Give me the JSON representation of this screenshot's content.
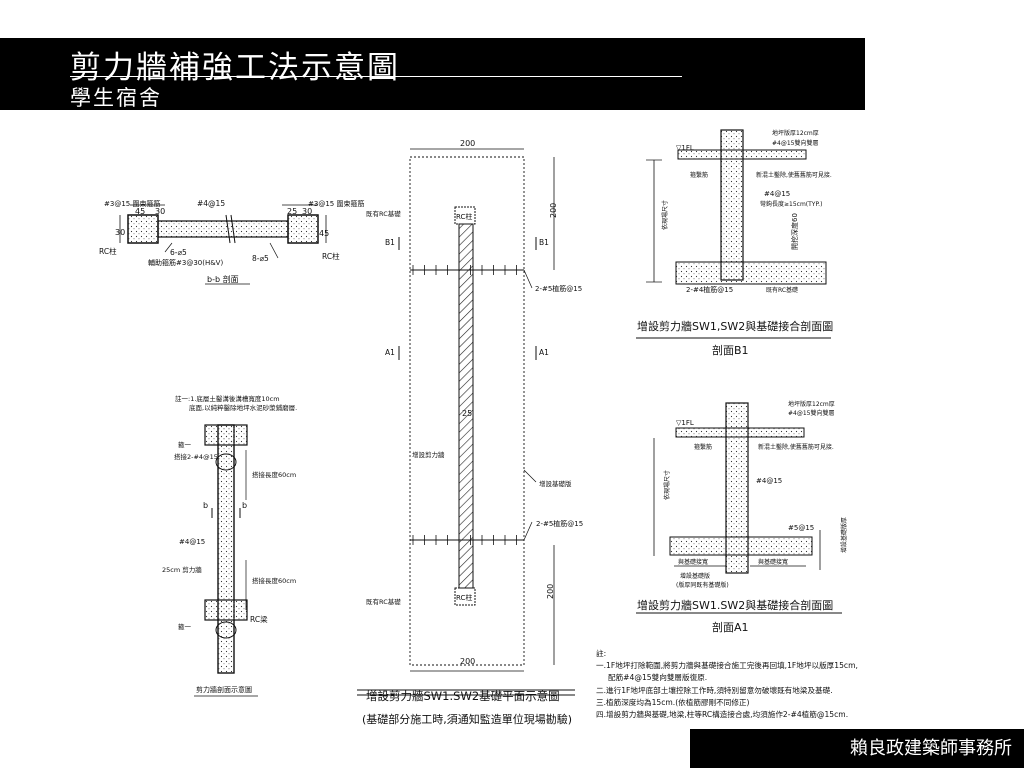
{
  "header": {
    "title": "剪力牆補強工法示意圖",
    "subtitle": "學生宿舍"
  },
  "footer": {
    "firm": "賴良政建築師事務所"
  },
  "bb_section": {
    "caption": "b-b 剖面",
    "lbl_tie_left": "#3@15 圍束箍筋",
    "lbl_tie_right": "#3@15 圍束箍筋",
    "lbl_main": "#4@15",
    "lbl_45_left": "45",
    "lbl_30_left": "30",
    "lbl_25_right": "25",
    "lbl_30_right": "30",
    "lbl_45_right": "45",
    "lbl_30_side": "30",
    "lbl_rc_left": "RC柱",
    "lbl_rc_right": "RC柱",
    "lbl_6d5": "6-⌀5",
    "lbl_8d5": "8-⌀5",
    "lbl_aux": "輔助箍筋#3@30(H&V)"
  },
  "elev": {
    "caption": "剪力牆剖面示意圖",
    "note1": "註一:1.底層土鑿溝後溝槽寬度10cm",
    "note2": "底面,以純粹鑿除地坪水泥砂漿鋪磨層.",
    "lbl_mid1": "箍一",
    "lbl_top_bar": "搭接2-#4@15",
    "lbl_lap1": "搭接長度60cm",
    "lbl_b_left": "b",
    "lbl_b_right": "b",
    "lbl_bar": "#4@15",
    "lbl_wall": "25cm 剪力牆",
    "lbl_lap2": "搭接長度60cm",
    "lbl_rcbeam": "RC梁",
    "lbl_bot1": "箍一"
  },
  "plan": {
    "dim_top": "200",
    "dim_bottom": "200",
    "dim_right_top": "200",
    "dim_right_bottom": "200",
    "lbl_rc_top": "RC柱",
    "lbl_rc_bottom": "RC柱",
    "lbl_exist_top": "既有RC基礎",
    "lbl_exist_bottom": "既有RC基礎",
    "lbl_b1_left": "B1",
    "lbl_b1_right": "B1",
    "lbl_a1_left": "A1",
    "lbl_a1_right": "A1",
    "lbl_dowel_top": "2-#5植筋@15",
    "lbl_dowel_bottom": "2-#5植筋@15",
    "lbl_25": "25",
    "lbl_new_wall": "增設剪力牆",
    "lbl_new_found": "增設基礎版",
    "caption": "增設剪力牆SW1.SW2基礎平面示意圖",
    "caption_note": "(基礎部分施工時,須通知監造單位現場勘驗)"
  },
  "secB1": {
    "lbl_floor": "▽1FL",
    "lbl_slab": "地坪版厚12cm厚",
    "lbl_slab_bar": "#4@15雙向雙層",
    "lbl_grout": "箍繫筋",
    "lbl_concrete": "新混土鑿除,使舊舊筋可見接.",
    "lbl_bar": "#4@15",
    "lbl_anchor": "彎鉤長度≥15cm(TYP.)",
    "lbl_h60": "開挖深度60",
    "lbl_dim": "依現場尺寸",
    "lbl_bot_bar": "2-#4植筋@15",
    "lbl_exist_rc": "既有RC基礎",
    "caption": "增設剪力牆SW1,SW2與基礎接合剖面圖",
    "sub": "剖面B1"
  },
  "secA1": {
    "lbl_floor": "▽1FL",
    "lbl_slab": "地坪版厚12cm厚",
    "lbl_slab_bar": "#4@15雙向雙層",
    "lbl_grout": "箍繫筋",
    "lbl_concrete": "新混土鑿除,使舊舊筋可見接.",
    "lbl_bar": "#4@15",
    "lbl_bar5": "#5@15",
    "lbl_dim": "依現場尺寸",
    "lbl_found": "增設基礎版",
    "lbl_found2": "(版厚同既有基礎版)",
    "lbl_w1": "與基礎接寬",
    "lbl_w2": "與基礎接寬",
    "lbl_right": "增設基礎版厚",
    "caption": "增設剪力牆SW1.SW2與基礎接合剖面圖",
    "sub": "剖面A1"
  },
  "notes": {
    "head": "註:",
    "n1a": "一.1F地坪打除範圍,將剪力牆與基礎接合施工完後再回填,1F地坪以版厚15cm,",
    "n1b": "配筋#4@15雙向雙層版復原.",
    "n2": "二.進行1F地坪底部土壤控除工作時,須特別留意勿破壞既有地梁及基礎.",
    "n3": "三.植筋深度均為15cm.(依植筋膠剛不同修正)",
    "n4": "四.增設剪力牆與基礎,地梁,柱等RC構造接合處,均須施作2-#4植筋@15cm."
  }
}
